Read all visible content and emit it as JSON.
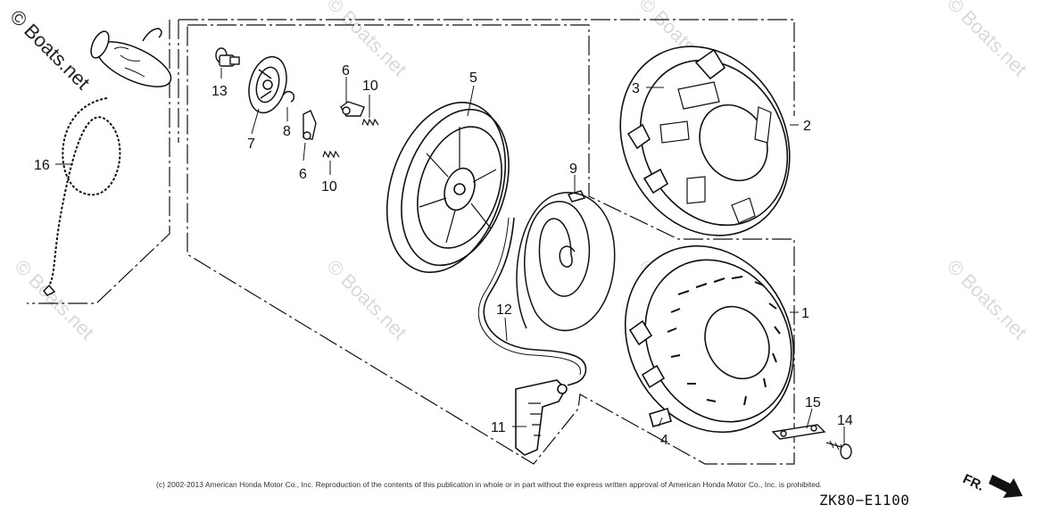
{
  "watermark": "© Boats.net",
  "copyright": "(c) 2002-2013 American Honda Motor Co., Inc. Reproduction of the contents of this publication in whole or in part without the express written approval of American Honda Motor Co., Inc. is prohibited.",
  "diagram_code": "ZK80−E1100",
  "direction_label": "FR.",
  "callouts": {
    "c1": "1",
    "c2": "2",
    "c3": "3",
    "c4": "4",
    "c5": "5",
    "c6a": "6",
    "c6b": "6",
    "c7": "7",
    "c8": "8",
    "c9": "9",
    "c10a": "10",
    "c10b": "10",
    "c11": "11",
    "c12": "12",
    "c13": "13",
    "c14": "14",
    "c15": "15",
    "c16": "16"
  },
  "colors": {
    "line": "#111111",
    "watermark": "#bbbbbb",
    "background": "#ffffff"
  }
}
